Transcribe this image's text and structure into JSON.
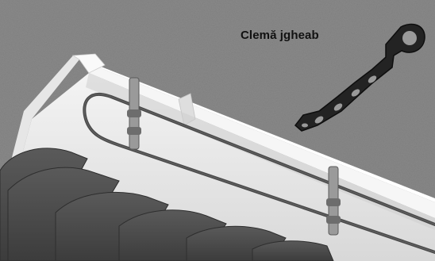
{
  "image": {
    "caption": "Clemă jgheab"
  },
  "colors": {
    "roof_surface": "#8a8a8a",
    "gutter": "#ececec",
    "gutter_shadow": "#cfcfcf",
    "heating_cable": "#4a4a4a",
    "clip": "#222222",
    "shingles": "#4d4d4d"
  },
  "objects": {
    "roof": "textured-roof-surface",
    "gutter": "white-rain-gutter",
    "cable": "heating-cable-loop",
    "clips": "gutter-clips",
    "shingles": "dark-roof-shingles",
    "product": "gutter-clip-product"
  }
}
